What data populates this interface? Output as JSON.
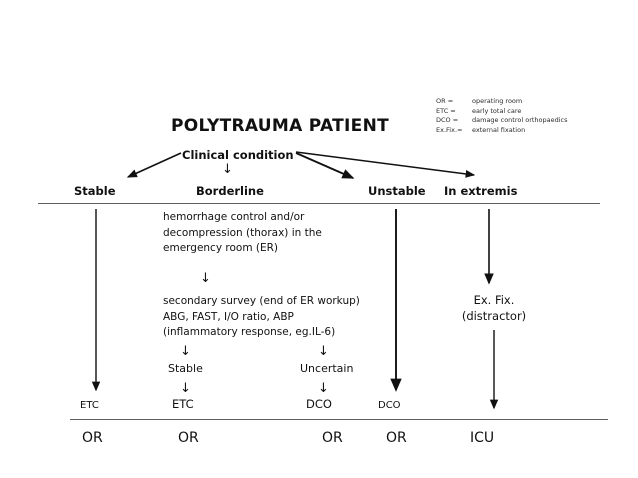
{
  "title": "POLYTRAUMA PATIENT",
  "legend": {
    "rows": [
      {
        "abbr": "OR =",
        "meaning": "operating room"
      },
      {
        "abbr": "ETC =",
        "meaning": "early total care"
      },
      {
        "abbr": "DCO =",
        "meaning": "damage control orthopaedics"
      },
      {
        "abbr": "Ex.Fix.=",
        "meaning": "external fixation"
      }
    ]
  },
  "root": {
    "label": "Clinical condition"
  },
  "categories": [
    {
      "key": "stable",
      "label": "Stable"
    },
    {
      "key": "borderline",
      "label": "Borderline"
    },
    {
      "key": "unstable",
      "label": "Unstable"
    },
    {
      "key": "in_extremis",
      "label": "In extremis"
    }
  ],
  "borderline_column": {
    "step1": "hemorrhage control and/or\ndecompression (thorax) in the\nemergency room (ER)",
    "step2": "secondary survey (end of ER workup)\nABG, FAST, I/O ratio, ABP\n(inflammatory response, eg.IL-6)",
    "branches": [
      {
        "label": "Stable",
        "outcome": "ETC"
      },
      {
        "label": "Uncertain",
        "outcome": "DCO"
      }
    ]
  },
  "in_extremis_column": {
    "treatment": "Ex. Fix.\n(distractor)"
  },
  "outcomes": [
    {
      "column": "stable",
      "label": "ETC"
    },
    {
      "column": "borderline-stable",
      "label": "ETC"
    },
    {
      "column": "borderline-uncertain",
      "label": "DCO"
    },
    {
      "column": "unstable",
      "label": "DCO"
    }
  ],
  "destinations": [
    {
      "column": "stable",
      "label": "OR"
    },
    {
      "column": "borderline-stable",
      "label": "OR"
    },
    {
      "column": "borderline-uncertain",
      "label": "OR"
    },
    {
      "column": "unstable",
      "label": "OR"
    },
    {
      "column": "in-extremis",
      "label": "ICU"
    }
  ],
  "glyphs": {
    "down_arrow": "↓"
  },
  "colors": {
    "ink": "#111111",
    "rule": "#5d5d5d",
    "background": "#ffffff"
  }
}
